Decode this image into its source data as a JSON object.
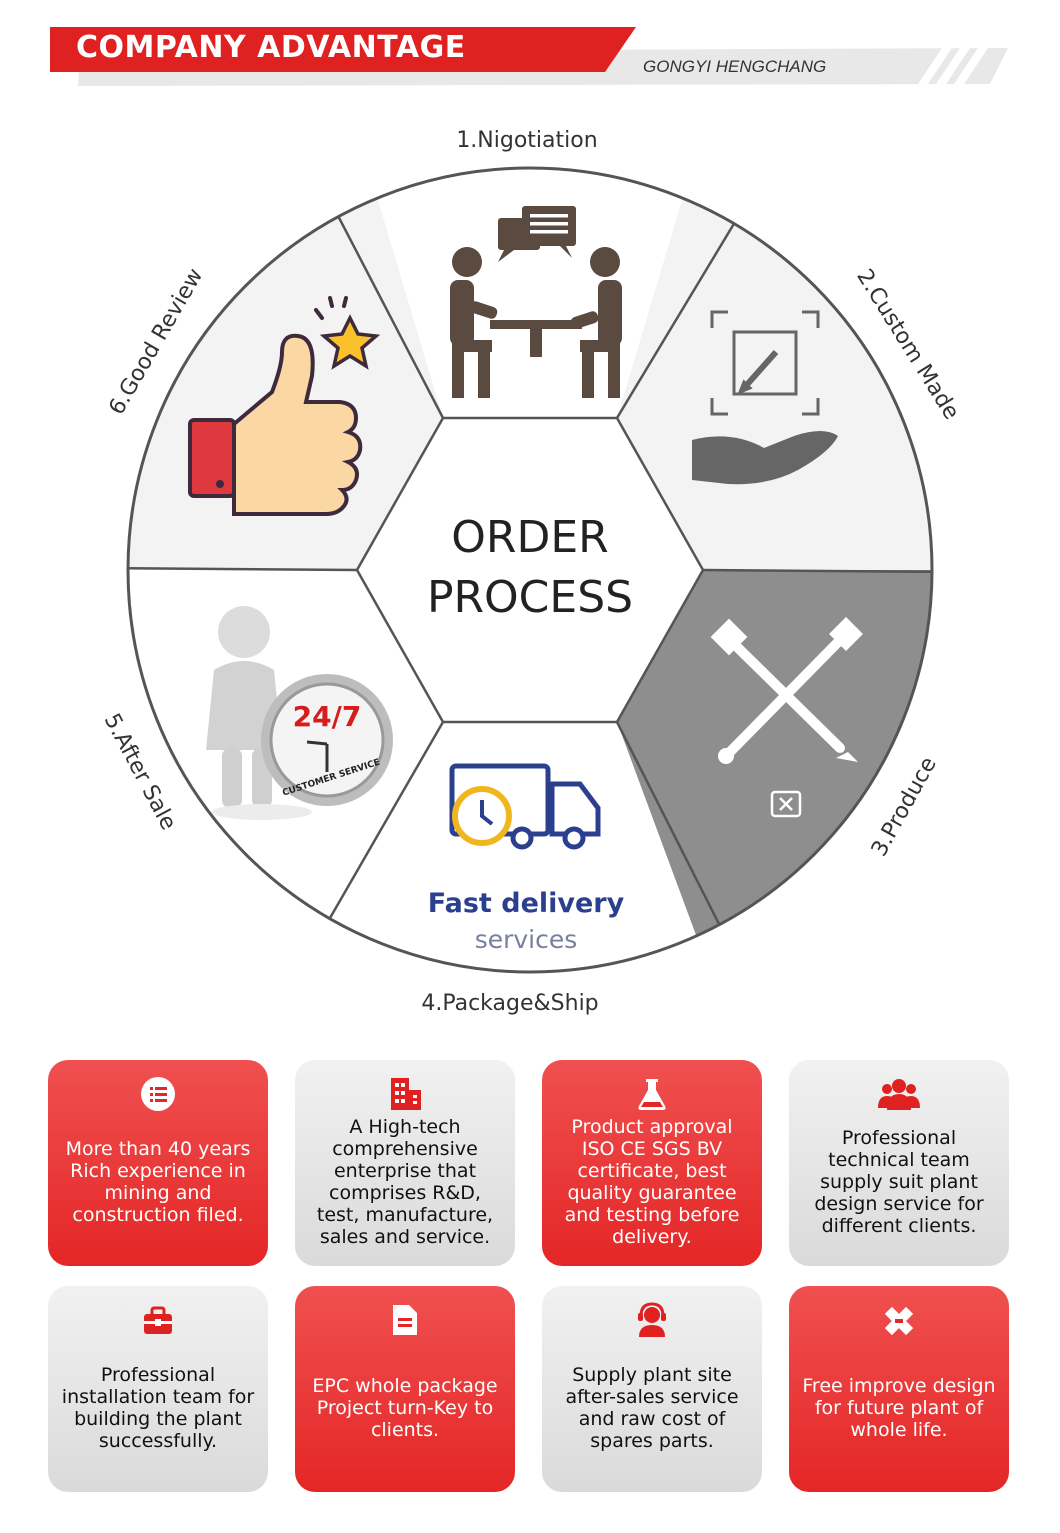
{
  "header": {
    "title": "COMPANY ADVANTAGE",
    "subtitle": "GONGYI HENGCHANG",
    "accent_color": "#e02121"
  },
  "wheel": {
    "center_line1": "ORDER",
    "center_line2": "PROCESS",
    "steps": [
      {
        "label": "1.Nigotiation",
        "icon": "meeting-icon"
      },
      {
        "label": "2.Custom Made",
        "icon": "design-hand-icon"
      },
      {
        "label": "3.Produce",
        "icon": "tools-icon"
      },
      {
        "label": "4.Package&Ship",
        "icon": "delivery-truck-icon"
      },
      {
        "label": "5.After Sale",
        "icon": "customer-service-icon"
      },
      {
        "label": "6.Good Review",
        "icon": "thumbs-up-icon"
      }
    ],
    "delivery_line1": "Fast delivery",
    "delivery_line2": "services",
    "service_hours": "24/7",
    "service_text": "CUSTOMER SERVICE"
  },
  "advantages": [
    {
      "text": "More than 40 years Rich experience in mining and construction filed.",
      "icon": "list-icon",
      "style": "red"
    },
    {
      "text": "A High-tech comprehensive enterprise that comprises R&D, test, manufacture, sales and service.",
      "icon": "building-icon",
      "style": "grey"
    },
    {
      "text": "Product approval ISO CE SGS BV certificate, best quality guarantee and testing before delivery.",
      "icon": "flask-icon",
      "style": "red"
    },
    {
      "text": "Professional technical team supply suit plant design service for different clients.",
      "icon": "team-icon",
      "style": "grey"
    },
    {
      "text": "Professional installation team for building the plant successfully.",
      "icon": "toolbox-icon",
      "style": "grey"
    },
    {
      "text": "EPC whole package Project turn-Key to clients.",
      "icon": "folder-icon",
      "style": "red"
    },
    {
      "text": "Supply plant site after-sales service and raw cost of spares parts.",
      "icon": "headset-icon",
      "style": "grey"
    },
    {
      "text": "Free improve design for future plant of whole life.",
      "icon": "ruler-pencil-icon",
      "style": "red"
    }
  ]
}
